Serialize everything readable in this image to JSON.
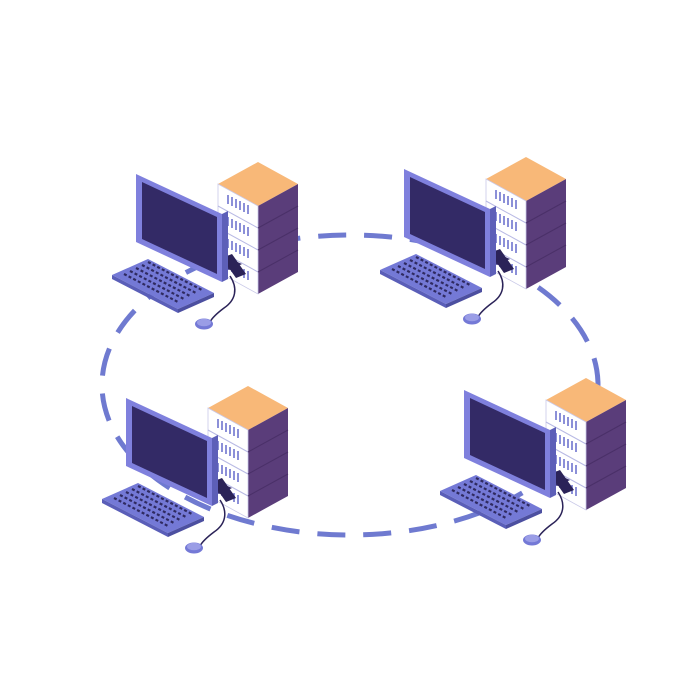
{
  "diagram": {
    "type": "ring-network",
    "node_count": 4,
    "nodes": [
      {
        "id": "workstation-top-left",
        "components": [
          "server-rack",
          "monitor",
          "keyboard",
          "mouse"
        ]
      },
      {
        "id": "workstation-top-right",
        "components": [
          "server-rack",
          "monitor",
          "keyboard",
          "mouse"
        ]
      },
      {
        "id": "workstation-bottom-left",
        "components": [
          "server-rack",
          "monitor",
          "keyboard",
          "mouse"
        ]
      },
      {
        "id": "workstation-bottom-right",
        "components": [
          "server-rack",
          "monitor",
          "keyboard",
          "mouse"
        ]
      }
    ],
    "connection_style": "dashed-ring",
    "colors": {
      "background": "#ffffff",
      "rack_top": "#f8b878",
      "rack_side": "#5a3d7a",
      "rack_front": "#ffffff",
      "rack_slots": "#6f74cf",
      "screen": "#332a66",
      "monitor_frame": "#7f80dd",
      "keyboard": "#7479d6",
      "ring": "#6f7ad0"
    }
  }
}
